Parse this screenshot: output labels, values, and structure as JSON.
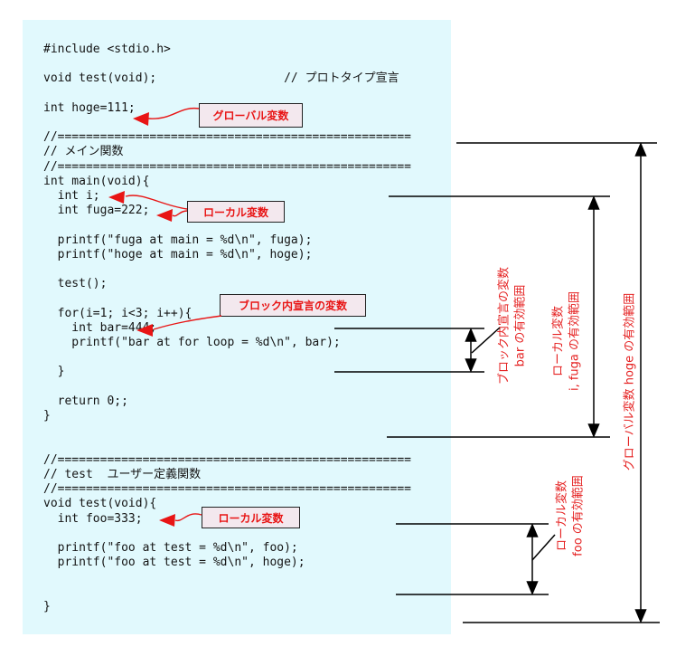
{
  "code": {
    "lines": [
      "#include <stdio.h>",
      "",
      "void test(void);                  // プロトタイプ宣言",
      "",
      "int hoge=111;",
      "",
      "//==================================================",
      "// メイン関数",
      "//==================================================",
      "int main(void){",
      "  int i;",
      "  int fuga=222;",
      "",
      "  printf(\"fuga at main = %d\\n\", fuga);",
      "  printf(\"hoge at main = %d\\n\", hoge);",
      "",
      "  test();",
      "",
      "  for(i=1; i<3; i++){",
      "    int bar=444;",
      "    printf(\"bar at for loop = %d\\n\", bar);",
      "",
      "  }",
      "",
      "  return 0;;",
      "}",
      "",
      "",
      "//==================================================",
      "// test  ユーザー定義関数",
      "//==================================================",
      "void test(void){",
      "  int foo=333;",
      "",
      "  printf(\"foo at test = %d\\n\", foo);",
      "  printf(\"foo at test = %d\\n\", hoge);",
      "",
      "",
      "}"
    ]
  },
  "callouts": {
    "global_var": {
      "label": "グローバル変数"
    },
    "local_var_main": {
      "label": "ローカル変数"
    },
    "block_var": {
      "label": "ブロック内宣言の変数"
    },
    "local_var_test": {
      "label": "ローカル変数"
    }
  },
  "scope_labels": {
    "bar": {
      "line1": "ブロック内宣言の変数",
      "line2": "bar の有効範囲"
    },
    "i_fuga": {
      "line1": "ローカル変数",
      "line2": "i, fuga の有効範囲"
    },
    "foo": {
      "line1": "ローカル変数",
      "line2": "foo の有効範囲"
    },
    "hoge": {
      "line1": "グローバル変数 hoge の有効範囲"
    }
  },
  "colors": {
    "code_background": "#e1f9fd",
    "callout_fill": "#f3e8ee",
    "annotation_red": "#e81515",
    "line_black": "#000000"
  }
}
